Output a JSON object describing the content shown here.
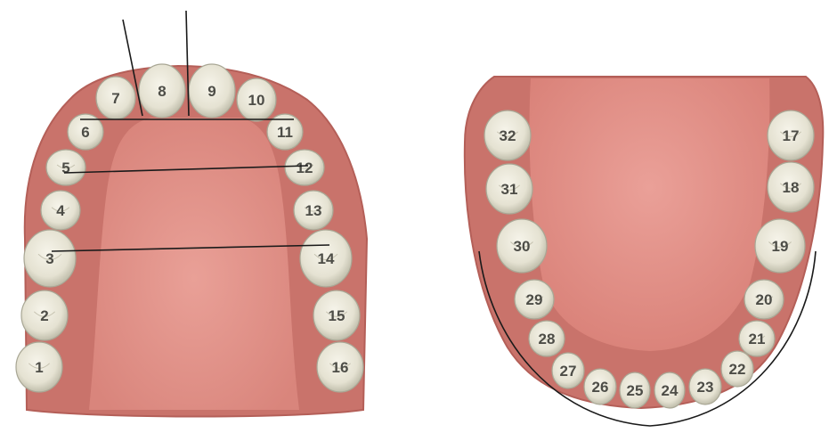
{
  "upper_arch": {
    "teeth": [
      {
        "number": "1",
        "type": "molar"
      },
      {
        "number": "2",
        "type": "molar"
      },
      {
        "number": "3",
        "type": "molar"
      },
      {
        "number": "4",
        "type": "premolar"
      },
      {
        "number": "5",
        "type": "premolar"
      },
      {
        "number": "6",
        "type": "canine"
      },
      {
        "number": "7",
        "type": "lateral-incisor"
      },
      {
        "number": "8",
        "type": "central-incisor"
      },
      {
        "number": "9",
        "type": "central-incisor"
      },
      {
        "number": "10",
        "type": "lateral-incisor"
      },
      {
        "number": "11",
        "type": "canine"
      },
      {
        "number": "12",
        "type": "premolar"
      },
      {
        "number": "13",
        "type": "premolar"
      },
      {
        "number": "14",
        "type": "molar"
      },
      {
        "number": "15",
        "type": "molar"
      },
      {
        "number": "16",
        "type": "molar"
      }
    ]
  },
  "lower_arch": {
    "teeth": [
      {
        "number": "17",
        "type": "molar"
      },
      {
        "number": "18",
        "type": "molar"
      },
      {
        "number": "19",
        "type": "molar"
      },
      {
        "number": "20",
        "type": "premolar"
      },
      {
        "number": "21",
        "type": "premolar"
      },
      {
        "number": "22",
        "type": "canine"
      },
      {
        "number": "23",
        "type": "lateral-incisor"
      },
      {
        "number": "24",
        "type": "central-incisor"
      },
      {
        "number": "25",
        "type": "central-incisor"
      },
      {
        "number": "26",
        "type": "lateral-incisor"
      },
      {
        "number": "27",
        "type": "canine"
      },
      {
        "number": "28",
        "type": "premolar"
      },
      {
        "number": "29",
        "type": "premolar"
      },
      {
        "number": "30",
        "type": "molar"
      },
      {
        "number": "31",
        "type": "molar"
      },
      {
        "number": "32",
        "type": "molar"
      }
    ]
  },
  "colors": {
    "gum": "#c9736b",
    "gum_dark": "#b45f58",
    "palate": "#e3938a",
    "tongue": "#e28e86",
    "tooth": "#e9e6d8",
    "tooth_edge": "#a9a795",
    "number": "#4d4d47",
    "line": "#1a1a1a"
  }
}
